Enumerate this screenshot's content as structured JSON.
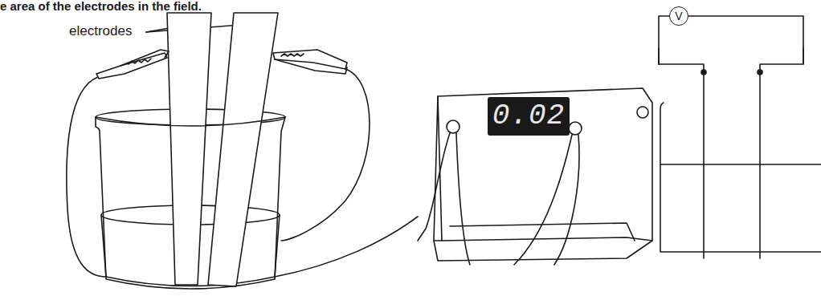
{
  "diagram": {
    "nodes": [
      {
        "text": [
          "0.02"
        ]
      },
      {
        "text": [
          "V"
        ]
      }
    ],
    "labels": [
      "e area of the electrodes in the field.",
      "electrodes"
    ]
  }
}
